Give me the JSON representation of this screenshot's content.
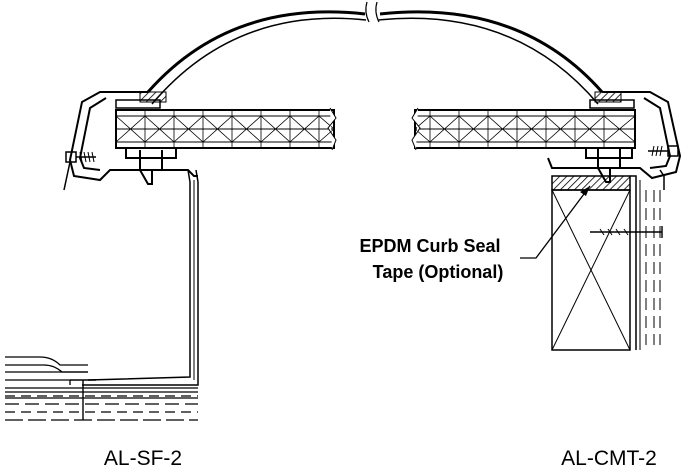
{
  "callout": {
    "line1": "EPDM Curb Seal",
    "line2": "Tape (Optional)"
  },
  "captions": {
    "left": "AL-SF-2",
    "right": "AL-CMT-2"
  },
  "colors": {
    "line": "#000000",
    "background": "#ffffff"
  }
}
